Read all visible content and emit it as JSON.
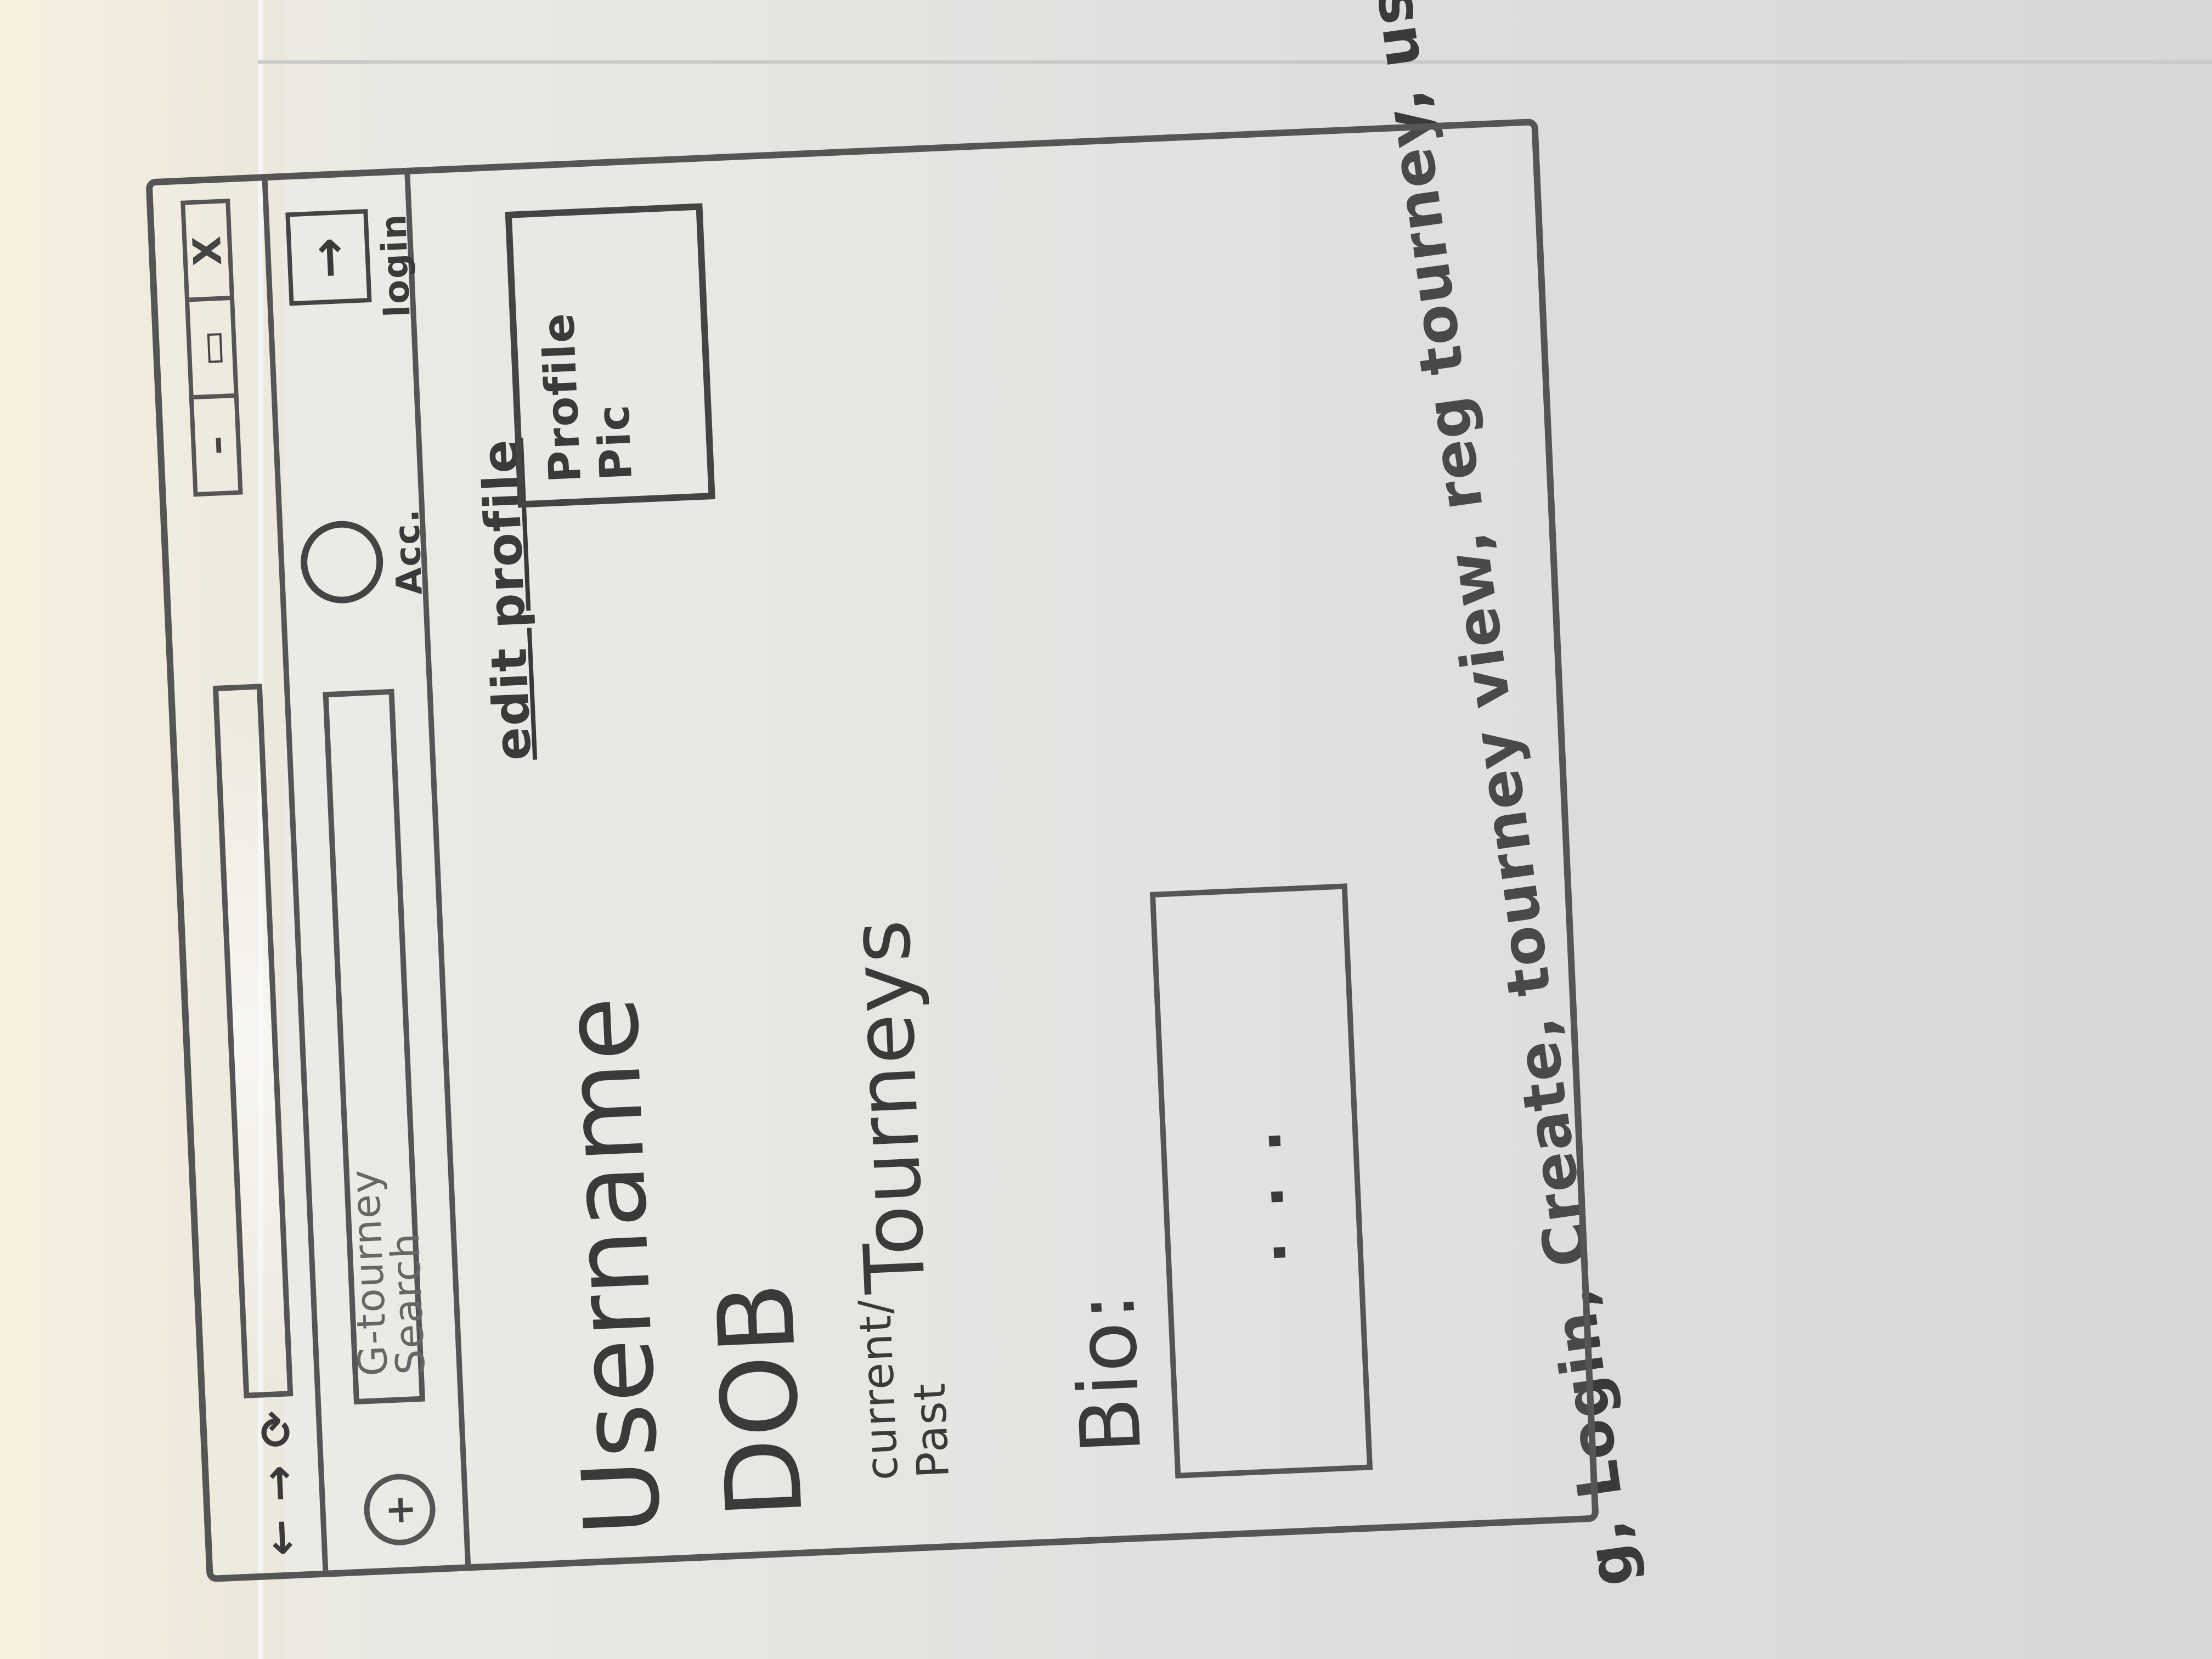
{
  "header_note": "g, Login, Create, tourney view, reg tourney, user pro",
  "browser": {
    "nav_arrows": "← → ⟳",
    "window_controls": [
      "–",
      "▭",
      "X"
    ]
  },
  "toolbar": {
    "home_icon": "+",
    "search_brand": "G-tourney",
    "search_placeholder": "Search",
    "account_label": "Acc.",
    "login_label": "login",
    "login_icon": "→",
    "menu_icon": "⋮"
  },
  "profile": {
    "username": "Username",
    "dob": "DOB",
    "tourneys_current": "current/",
    "tourneys_past": "Past",
    "tourneys_label": "Tourneys",
    "bio_label": "Bio:",
    "bio_placeholder": "...",
    "edit_profile": "edit profile",
    "profile_pic": "Profile Pic"
  }
}
